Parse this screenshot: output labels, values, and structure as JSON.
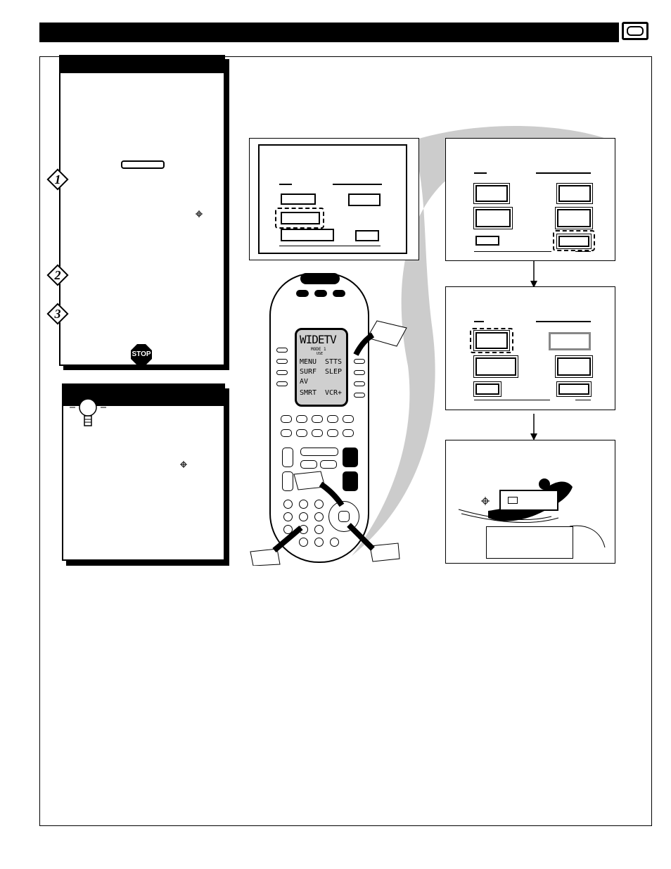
{
  "header": {
    "icon": "tv-icon"
  },
  "steps": [
    {
      "number": "1"
    },
    {
      "number": "2"
    },
    {
      "number": "3"
    }
  ],
  "stop_sign": {
    "label": "STOP"
  },
  "remote_lcd": {
    "title": "WIDETV",
    "mode": "MODE 1",
    "sub": "USE",
    "row1_left": "MENU",
    "row1_right": "STTS",
    "row2_left": "SURF",
    "row2_right": "SLEP",
    "row3_left": "AV",
    "row4_left": "SMRT",
    "row4_right": "VCR+"
  },
  "colors": {
    "ink": "#000000",
    "lcd": "#cfcfcf",
    "swoosh": "#cccccc"
  }
}
